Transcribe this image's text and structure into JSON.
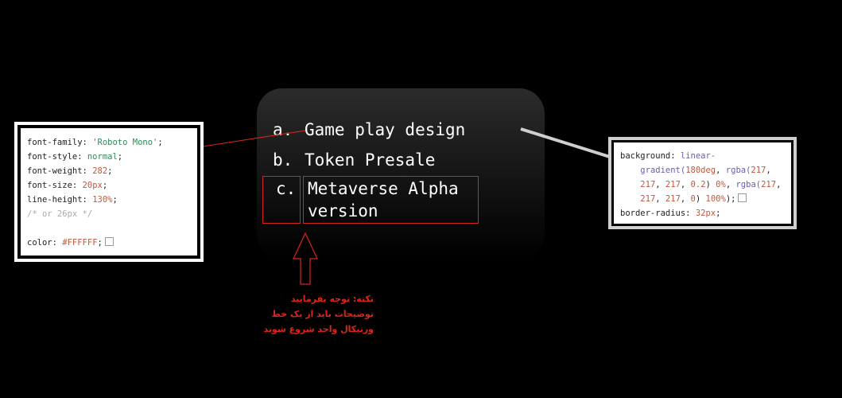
{
  "menu": {
    "items": [
      {
        "marker": "a.",
        "label": "Game play design"
      },
      {
        "marker": "b.",
        "label": "Token Presale"
      },
      {
        "marker": "c.",
        "label": "Metaverse Alpha version"
      }
    ]
  },
  "left_spec": {
    "line1_key": "font-family: ",
    "line1_val": "'Roboto Mono'",
    "line1_end": ";",
    "line2_key": "font-style: ",
    "line2_val": "normal",
    "line2_end": ";",
    "line3_key": "font-weight: ",
    "line3_val": "282",
    "line3_end": ";",
    "line4_key": "font-size: ",
    "line4_val": "20px",
    "line4_end": ";",
    "line5_key": "line-height: ",
    "line5_val": "130%",
    "line5_end": ";",
    "line6_comment": "/* or 26px */",
    "line7_key": "color: ",
    "line7_val": "#FFFFFF",
    "line7_end": ";"
  },
  "right_spec": {
    "bg_key": "background: ",
    "bg_fn1": "linear-",
    "bg_fn2": "gradient(",
    "bg_deg": "180deg",
    "bg_comma1": ", ",
    "bg_rgba1": "rgba(",
    "bg_n1": "217",
    "bg_c": ", ",
    "bg_n2": "217",
    "bg_n3": "217",
    "bg_n4": "0.2",
    "bg_close1": ") ",
    "bg_p1": "0%",
    "bg_rgba2": "rgba(",
    "bg_n5": "217",
    "bg_n6": "217",
    "bg_n7": "217",
    "bg_n8": "0",
    "bg_close2": ") ",
    "bg_p2": "100%",
    "bg_end": ");",
    "br_key": "border-radius: ",
    "br_val": "32px",
    "br_end": ";"
  },
  "note": {
    "line1": "نکته: توجه بفرمایید",
    "line2": "توضیحات باید از یک خط",
    "line3": "ورتیکال واحد شروع شوند"
  },
  "colors": {
    "background": "#000000",
    "text": "#FFFFFF",
    "annotation_red": "#e0241b"
  }
}
